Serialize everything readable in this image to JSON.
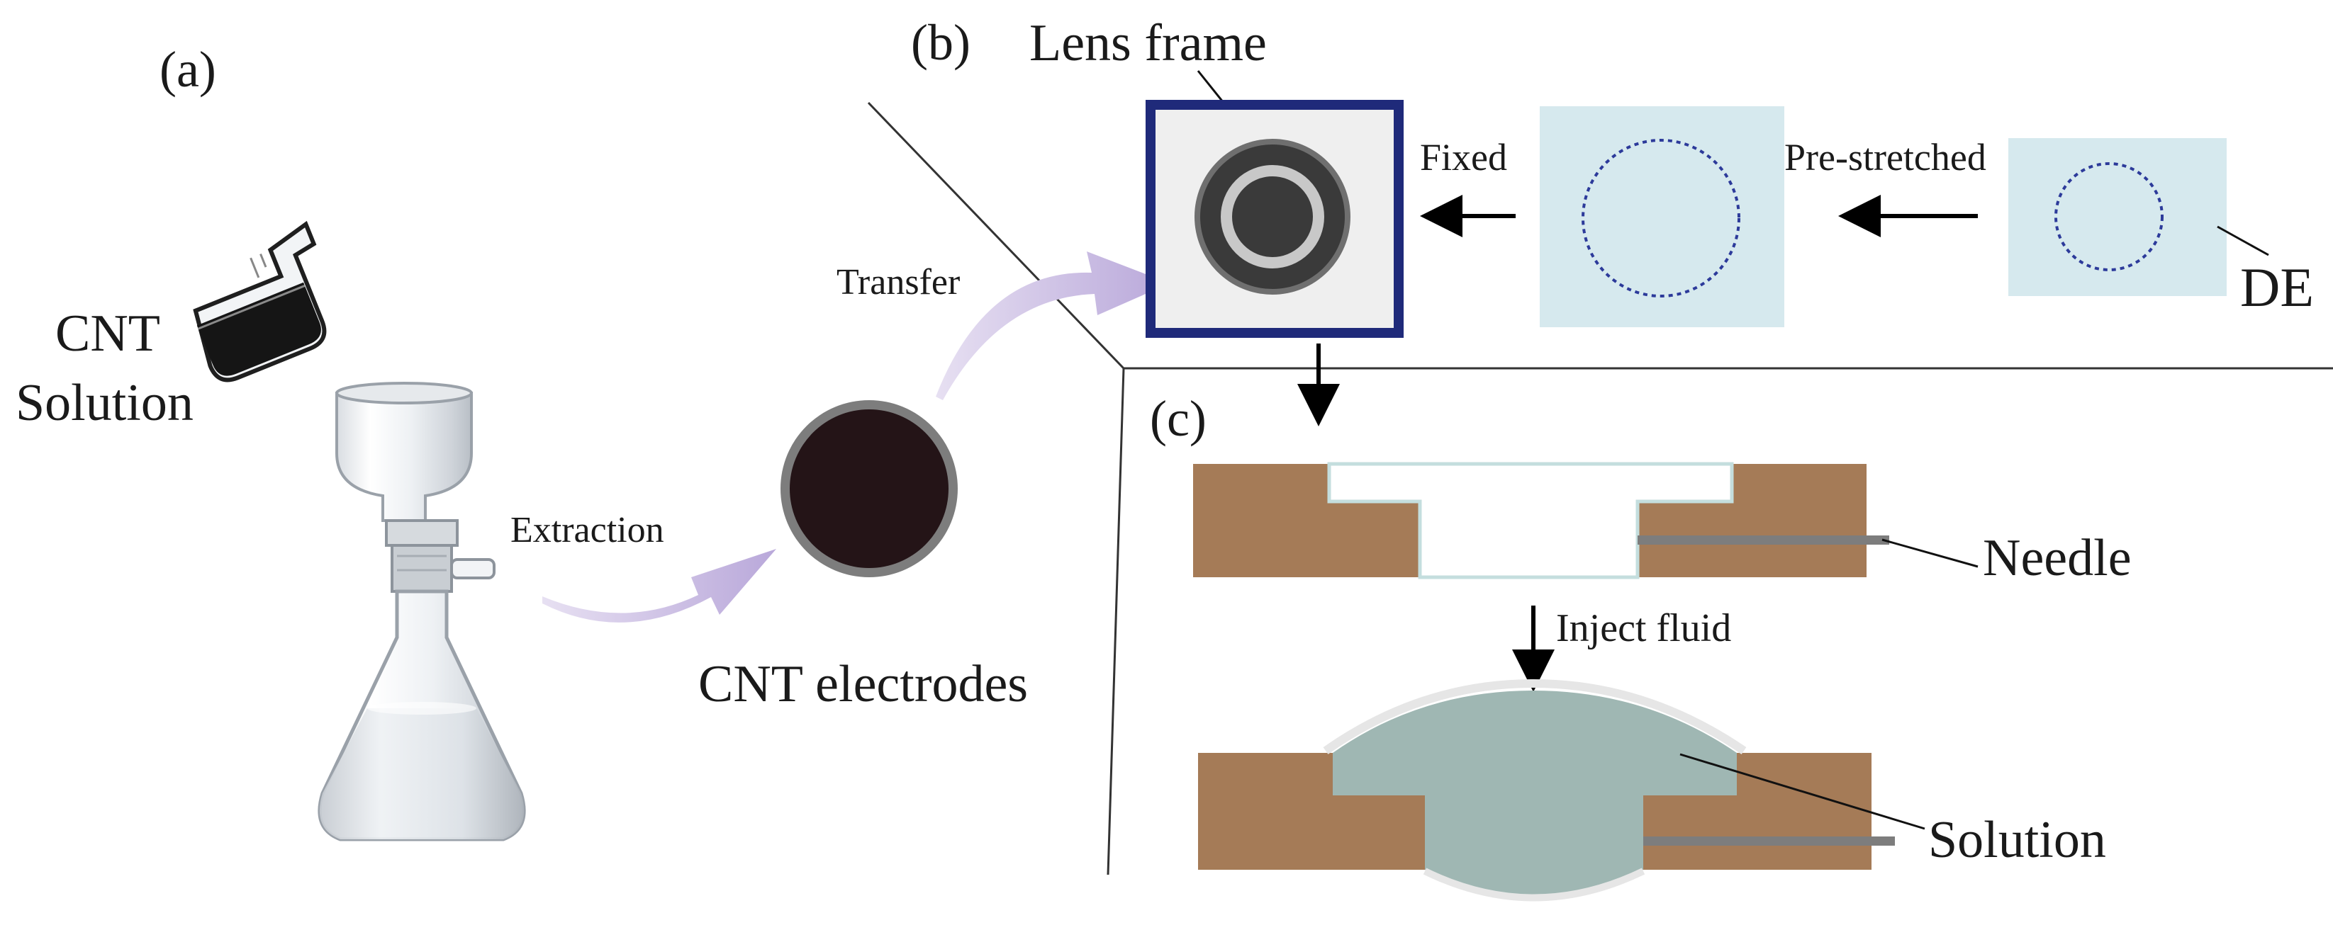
{
  "panels": {
    "a": "(a)",
    "b": "(b)",
    "c": "(c)"
  },
  "labels": {
    "cnt_solution_line1": "CNT",
    "cnt_solution_line2": "Solution",
    "extraction": "Extraction",
    "cnt_electrodes": "CNT electrodes",
    "transfer": "Transfer",
    "lens_frame": "Lens frame",
    "fixed": "Fixed",
    "pre_stretched": "Pre-stretched",
    "de": "DE",
    "needle": "Needle",
    "inject_fluid": "Inject fluid",
    "solution": "Solution"
  },
  "colors": {
    "frame_border": "#1f2a7a",
    "frame_fill": "#efefef",
    "electrode_dark": "#2a1a1c",
    "electrode_ring": "#7a7a7a",
    "lens_ring": "#c8c8c8",
    "de_membrane": "#d6e9ee",
    "de_dash": "#2c3a9a",
    "substrate_brown": "#a57b57",
    "fluid": "#9fb7b3",
    "needle_gray": "#7d7d7d",
    "curved_arrow": "#c9bde0",
    "arrow_black": "#000000",
    "divider_line": "#333333"
  },
  "icons": [
    "flask-icon",
    "beaker-icon"
  ]
}
